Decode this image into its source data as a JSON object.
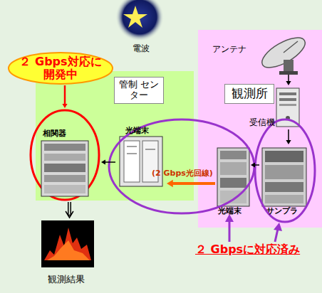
{
  "diagram": {
    "nodes": [
      {
        "text": [
          "２ Gbps対応に 開発中"
        ]
      },
      {
        "text": [
          "管制 センター"
        ]
      },
      {
        "text": [
          "観測所"
        ]
      },
      {
        "text": [
          "アンテナ"
        ],
        "in": 2
      },
      {
        "text": [
          "受信機"
        ],
        "in": 2
      },
      {
        "text": [
          "相関器"
        ],
        "in": 1
      },
      {
        "text": [
          "光端末"
        ],
        "in": 1
      },
      {
        "text": [
          "光端末"
        ],
        "in": 2
      },
      {
        "text": [
          "サンプラ"
        ],
        "in": 2
      },
      {
        "text": [
          "観測結果"
        ]
      }
    ],
    "edges": [
      {
        "from": 0,
        "to": 5,
        "arrow": "to"
      },
      {
        "from": 3,
        "to": 4,
        "arrow": "to"
      },
      {
        "from": 4,
        "to": 8,
        "arrow": "to"
      },
      {
        "from": 8,
        "to": 7,
        "arrow": "to"
      },
      {
        "from": 7,
        "to": 6,
        "label": "(2 Gbps光回線)",
        "arrow": "to"
      },
      {
        "from": 6,
        "to": 5,
        "arrow": "to"
      },
      {
        "from": 5,
        "to": 9,
        "arrow": "to"
      }
    ],
    "labels": [
      "電波",
      "２ Gbpsに対応済み"
    ]
  }
}
